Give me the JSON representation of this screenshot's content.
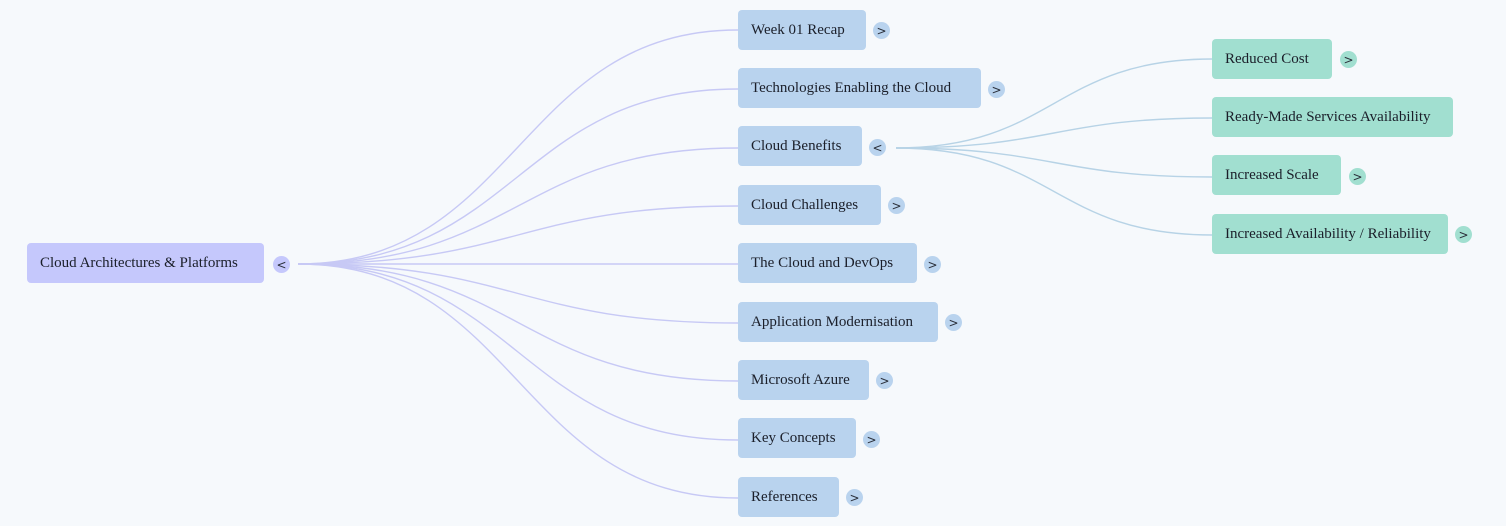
{
  "mindmap": {
    "root": {
      "label": "Cloud Architectures & Platforms",
      "toggle": "<"
    },
    "branches": [
      {
        "label": "Week 01 Recap",
        "toggle": ">"
      },
      {
        "label": "Technologies Enabling the Cloud",
        "toggle": ">"
      },
      {
        "label": "Cloud Benefits",
        "toggle": "<"
      },
      {
        "label": "Cloud Challenges",
        "toggle": ">"
      },
      {
        "label": "The Cloud and DevOps",
        "toggle": ">"
      },
      {
        "label": "Application Modernisation",
        "toggle": ">"
      },
      {
        "label": "Microsoft Azure",
        "toggle": ">"
      },
      {
        "label": "Key Concepts",
        "toggle": ">"
      },
      {
        "label": "References",
        "toggle": ">"
      }
    ],
    "cloud_benefits_children": [
      {
        "label": "Reduced Cost",
        "toggle": ">"
      },
      {
        "label": "Ready-Made Services Availability",
        "toggle": ""
      },
      {
        "label": "Increased Scale",
        "toggle": ">"
      },
      {
        "label": "Increased Availability / Reliability",
        "toggle": ">"
      }
    ]
  },
  "colors": {
    "background": "#f6f9fc",
    "root_node": "#c5c8fc",
    "branch_node": "#b9d3ee",
    "leaf_node": "#a1dfd0",
    "root_link": "#c7c9f5",
    "leaf_link": "#b7d3e6"
  }
}
